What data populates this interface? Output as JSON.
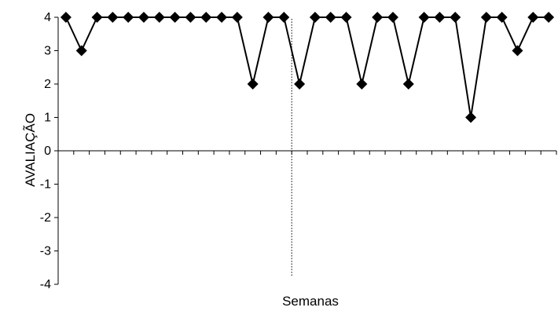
{
  "chart_data": {
    "type": "line",
    "xlabel": "Semanas",
    "ylabel": "AVALIAÇÃO",
    "ylim": [
      -4,
      4
    ],
    "yticks": [
      4,
      3,
      2,
      1,
      0,
      -1,
      -2,
      -3,
      -4
    ],
    "grid": false,
    "legend": "none",
    "marker": "diamond",
    "line_color": "#000000",
    "marker_color": "#000000",
    "x": [
      1,
      2,
      3,
      4,
      5,
      6,
      7,
      8,
      9,
      10,
      11,
      12,
      13,
      14,
      15,
      16,
      17,
      18,
      19,
      20,
      21,
      22,
      23,
      24,
      25,
      26,
      27,
      28,
      29,
      30,
      31,
      32
    ],
    "values": [
      4,
      3,
      4,
      4,
      4,
      4,
      4,
      4,
      4,
      4,
      4,
      4,
      2,
      4,
      4,
      2,
      4,
      4,
      4,
      2,
      4,
      4,
      2,
      4,
      4,
      4,
      1,
      4,
      4,
      3,
      4,
      4
    ],
    "phase_line_after_x": 15.5
  }
}
